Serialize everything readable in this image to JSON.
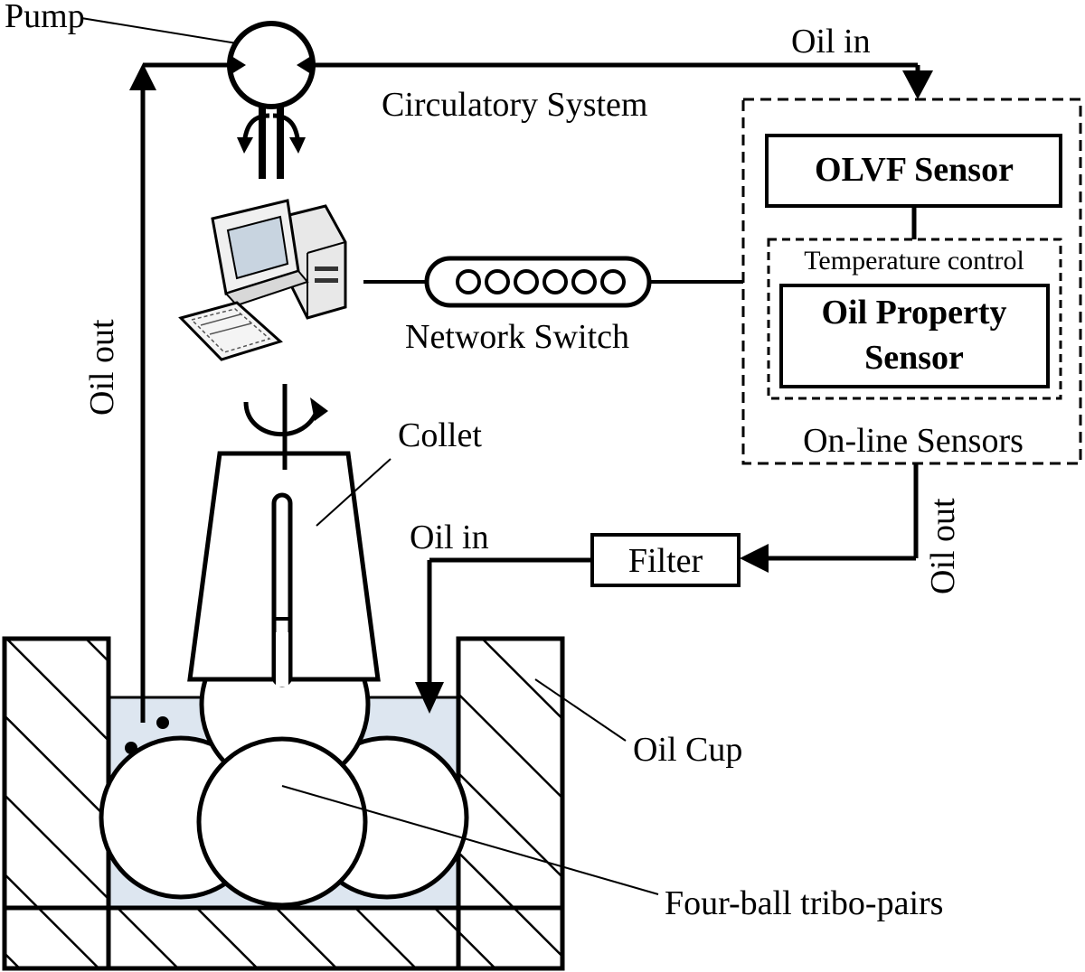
{
  "labels": {
    "pump": "Pump",
    "oil_in_top": "Oil in",
    "circulatory_system": "Circulatory System",
    "olvf_sensor": "OLVF Sensor",
    "temperature_control": "Temperature control",
    "oil_property_line1": "Oil Property",
    "oil_property_line2": "Sensor",
    "online_sensors": "On-line Sensors",
    "network_switch": "Network Switch",
    "oil_out_left": "Oil out",
    "oil_out_right": "Oil out",
    "collet": "Collet",
    "oil_in_bottom": "Oil in",
    "filter": "Filter",
    "oil_cup": "Oil Cup",
    "four_ball": "Four-ball tribo-pairs"
  },
  "colors": {
    "line": "#000000",
    "oil": "#dde6f0",
    "monitor_screen": "#c8d4e0"
  }
}
